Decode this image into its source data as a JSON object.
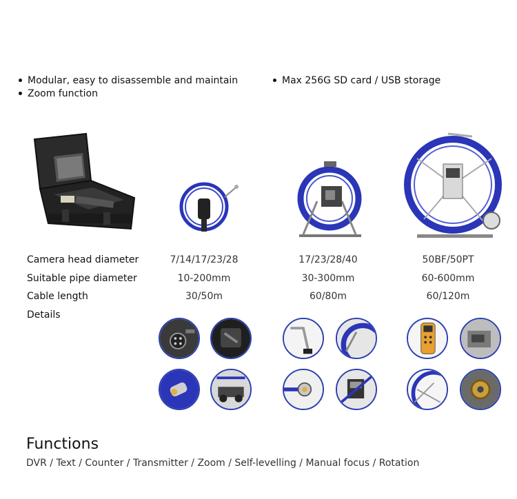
{
  "features": {
    "left": [
      "Modular, easy to disassemble and maintain",
      "Zoom function"
    ],
    "right": [
      "Max 256G SD card / USB storage"
    ]
  },
  "specs": {
    "rows": [
      {
        "label": "Camera head diameter",
        "values": [
          "7/14/17/23/28",
          "17/23/28/40",
          "50BF/50PT"
        ]
      },
      {
        "label": "Suitable pipe diameter",
        "values": [
          "10-200mm",
          "30-300mm",
          "60-600mm"
        ]
      },
      {
        "label": "Cable length",
        "values": [
          "30/50m",
          "60/80m",
          "60/120m"
        ]
      },
      {
        "label": "Details",
        "values": []
      }
    ]
  },
  "functions": {
    "title": "Functions",
    "list": "DVR / Text / Counter / Transmitter / Zoom / Self-levelling / Manual focus / Rotation"
  },
  "colors": {
    "accent": "#2c3fb0",
    "reel_blue": "#2a35b8",
    "text": "#111111"
  }
}
